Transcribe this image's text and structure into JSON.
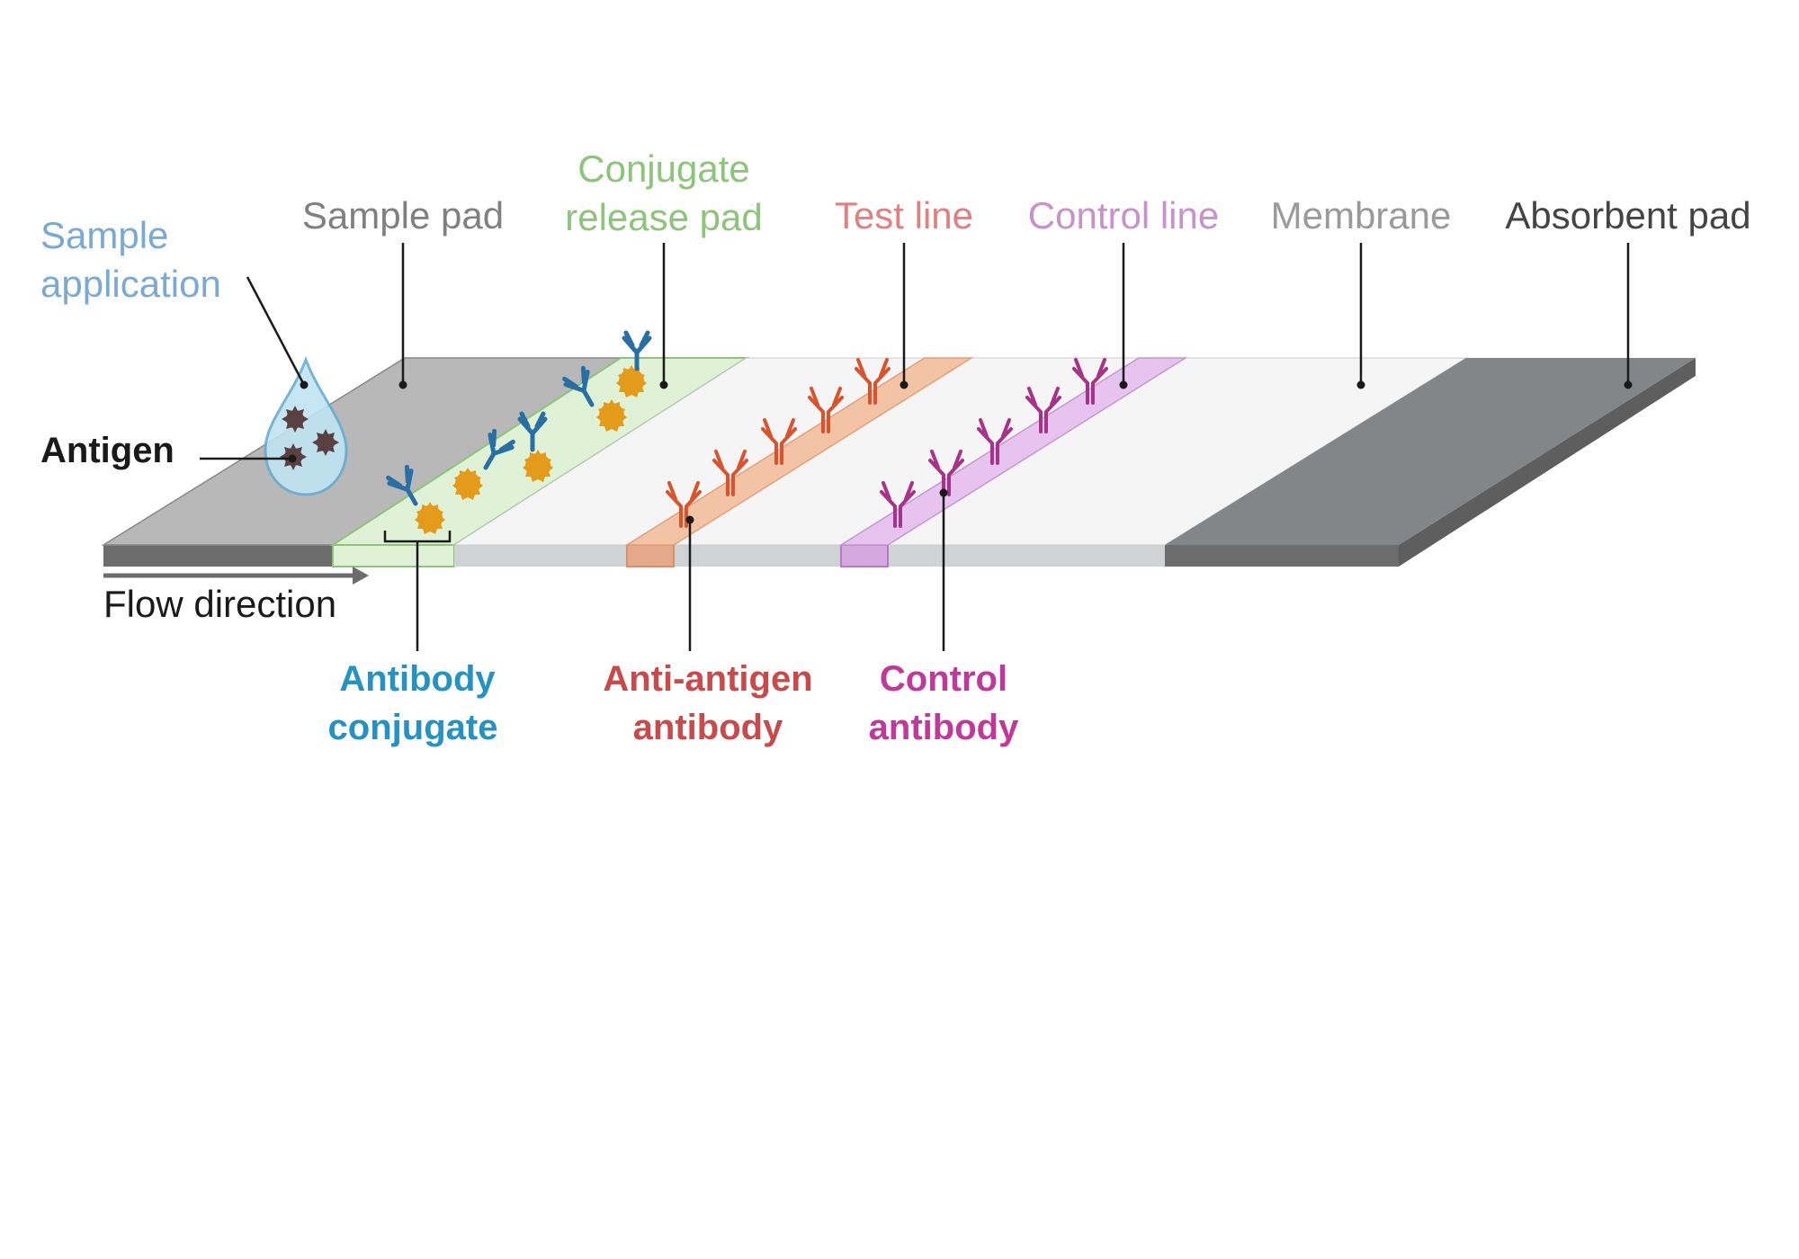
{
  "labels": {
    "sample_application_1": "Sample",
    "sample_application_2": "application",
    "antigen": "Antigen",
    "sample_pad": "Sample pad",
    "conjugate_release_pad_1": "Conjugate",
    "conjugate_release_pad_2": "release pad",
    "test_line": "Test line",
    "control_line": "Control line",
    "membrane": "Membrane",
    "absorbent_pad": "Absorbent pad",
    "flow_direction": "Flow direction",
    "antibody_conjugate_1": "Antibody",
    "antibody_conjugate_2": "conjugate",
    "anti_antigen_antibody_1": "Anti-antigen",
    "anti_antigen_antibody_2": "antibody",
    "control_antibody_1": "Control",
    "control_antibody_2": "antibody"
  },
  "colors": {
    "sample_application": "#7aaad4",
    "antigen": "#1a1a1a",
    "sample_pad": "#808080",
    "conjugate_release_pad": "#8cc47a",
    "test_line": "#e08080",
    "control_line": "#c891cc",
    "membrane": "#9a9a9a",
    "absorbent_pad": "#444444",
    "flow_direction": "#1a1a1a",
    "antibody_conjugate": "#2592c4",
    "anti_antigen_antibody": "#c84a4a",
    "control_antibody": "#c0399a"
  }
}
